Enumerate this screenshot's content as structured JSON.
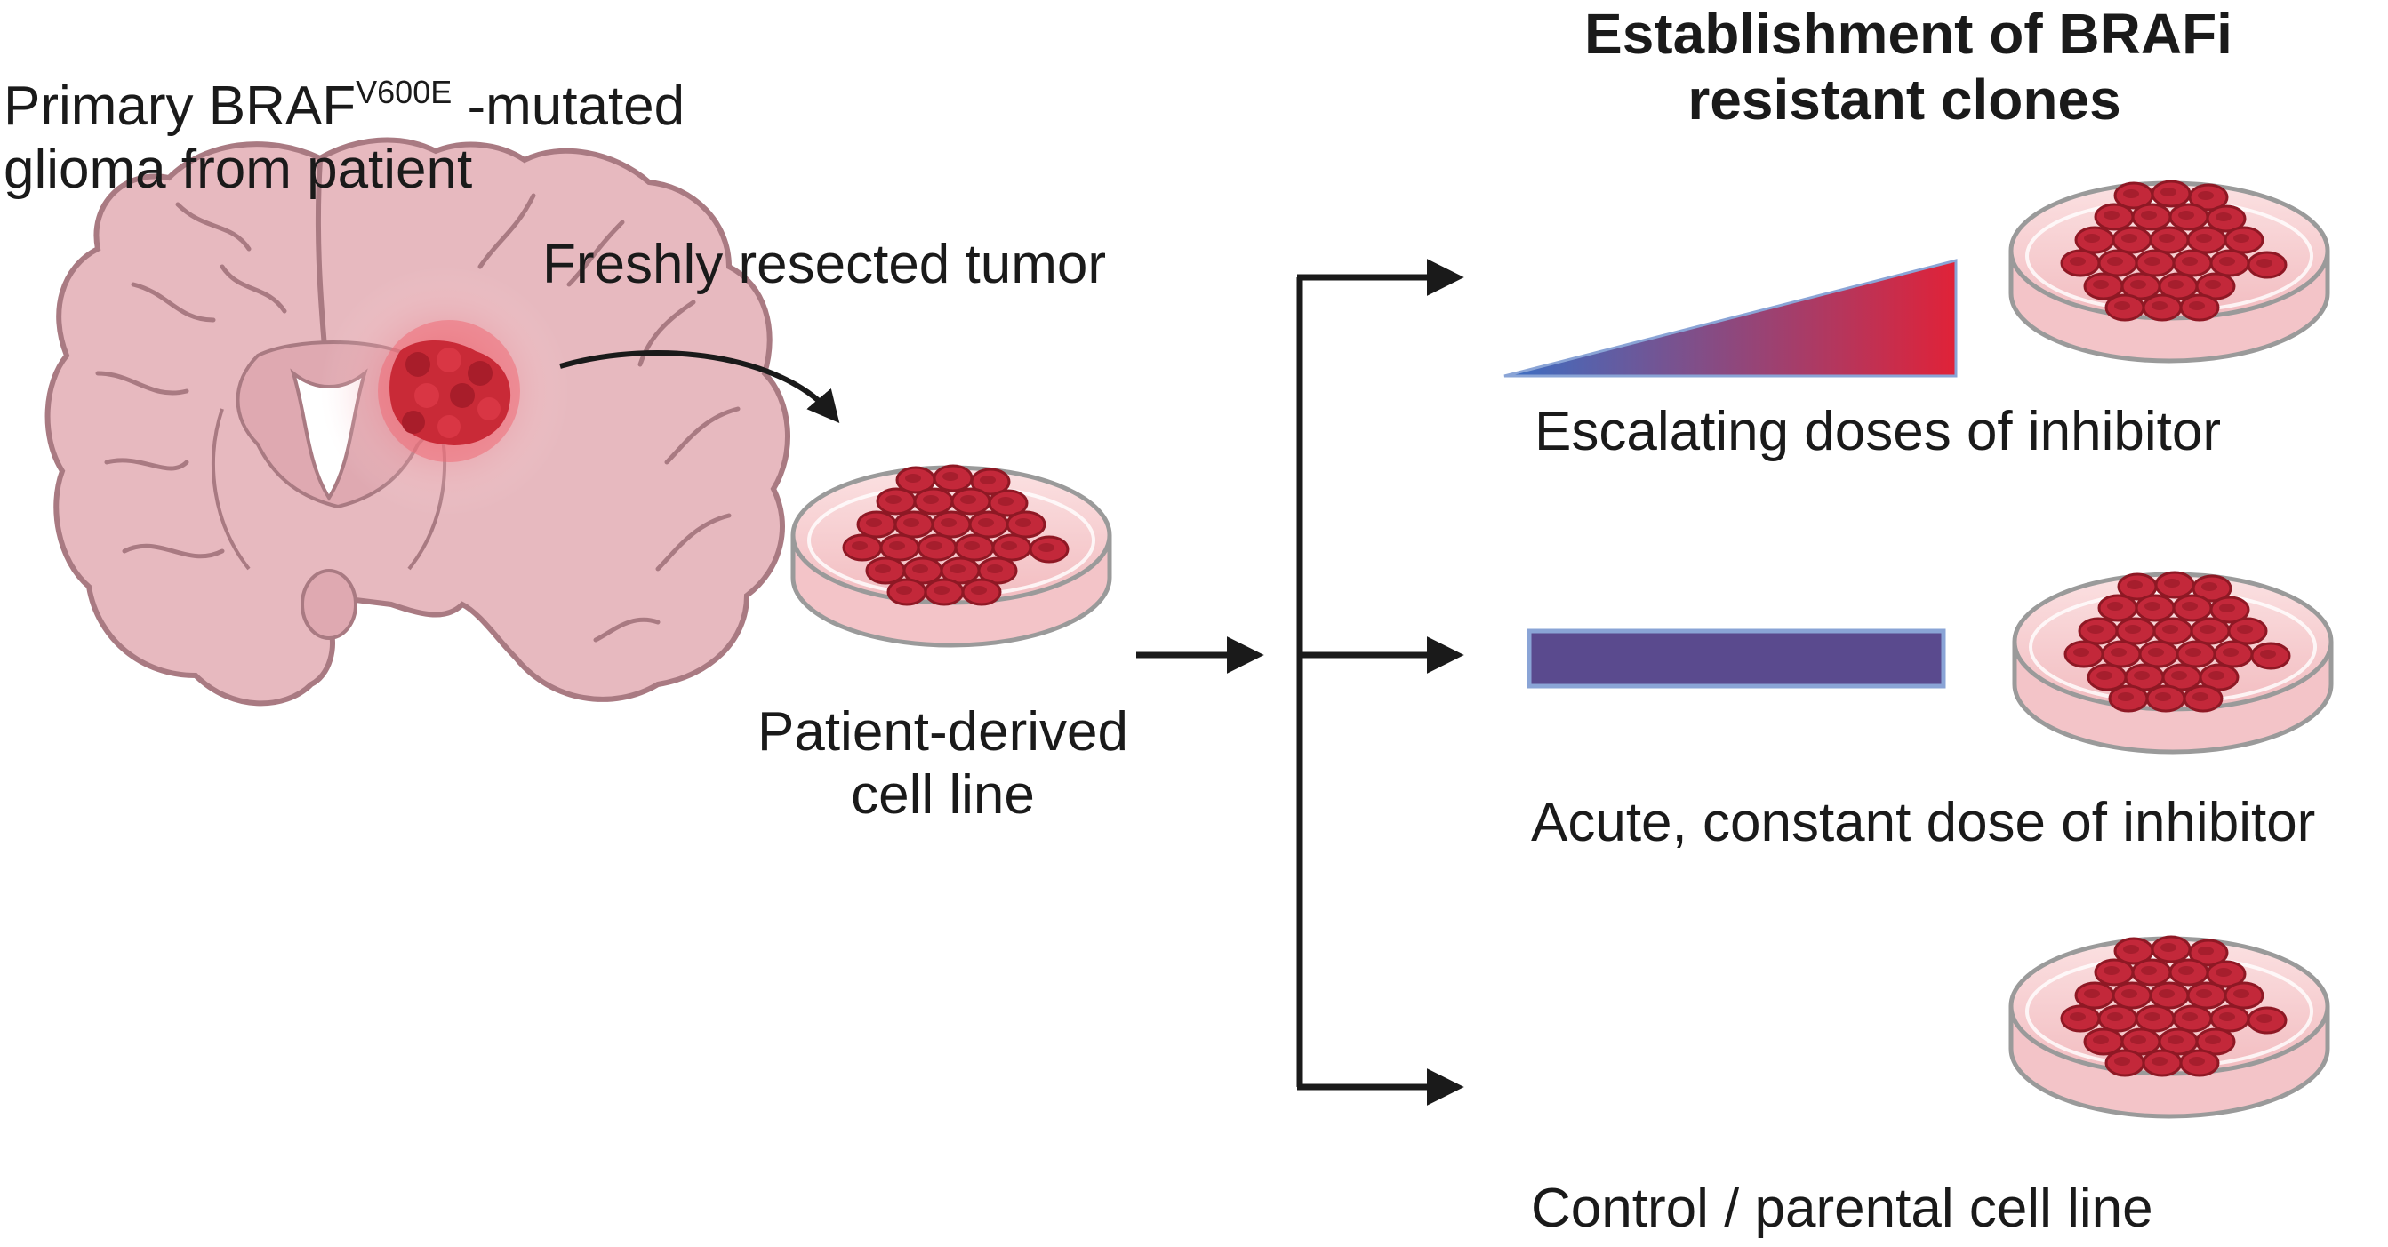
{
  "source": {
    "label_line1_prefix": "Primary BRAF",
    "label_superscript": "V600E",
    "label_line1_suffix": " -mutated",
    "label_line2": "glioma from patient",
    "arrow_label": "Freshly resected tumor"
  },
  "cell_line": {
    "label_line1": "Patient-derived",
    "label_line2": "cell line"
  },
  "header": {
    "line1": "Establishment of BRAFi",
    "line2": "resistant clones"
  },
  "branches": [
    {
      "id": "escalating",
      "label": "Escalating doses of inhibitor",
      "dose_shape": "ramp"
    },
    {
      "id": "acute",
      "label": "Acute, constant dose of inhibitor",
      "dose_shape": "constant-bar"
    },
    {
      "id": "control",
      "label": "Control / parental cell line",
      "dose_shape": "none"
    }
  ],
  "colors": {
    "brain_fill": "#e7b9bf",
    "brain_outline": "#a97a82",
    "tumor": "#c92a37",
    "dish_rim": "#8f8f8f",
    "dish_medium": "#f5c9cc",
    "cell": "#c3283a",
    "cell_dark": "#8e1824",
    "ramp_start": "#3a6fc4",
    "ramp_end": "#e02238",
    "constant_bar": "#5a4a8e",
    "arrow": "#1a1a1a"
  },
  "icons": [
    "brain-icon",
    "tumor-icon",
    "petri-dish-icon",
    "dose-ramp-icon",
    "dose-bar-icon"
  ]
}
